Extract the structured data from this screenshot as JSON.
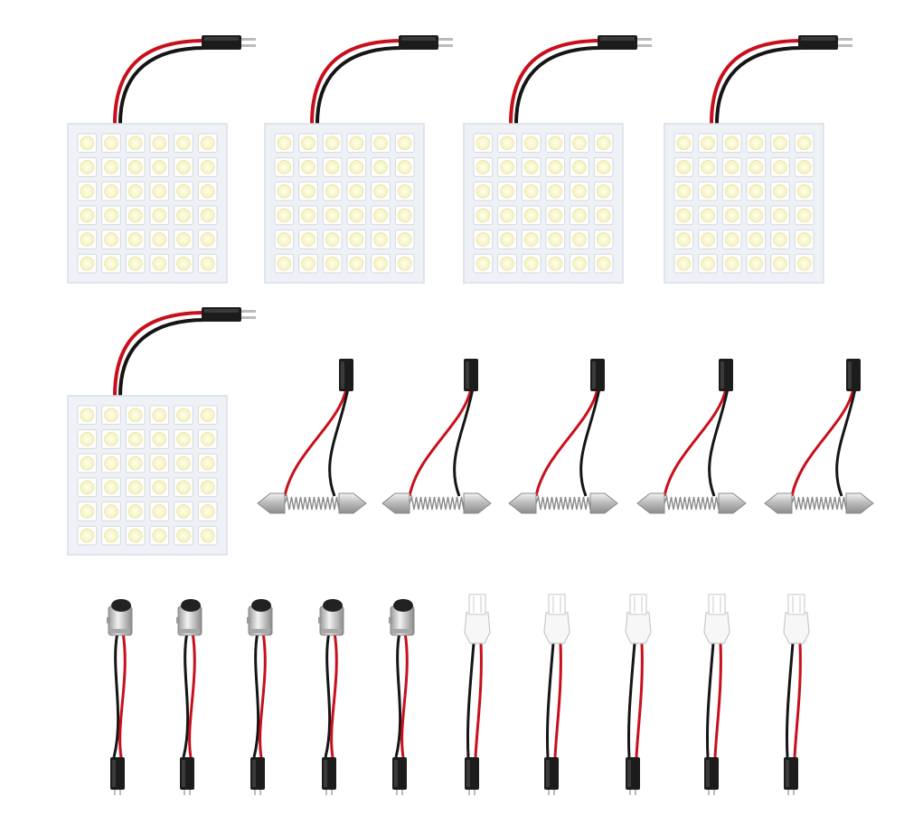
{
  "scene": {
    "background": "#ffffff",
    "led_panels": {
      "count": 5,
      "grid_rows": 6,
      "grid_cols": 6,
      "board_color": "#eef1f6",
      "chip_color": "#fbfbe6"
    },
    "festoon_adapters": {
      "count": 5
    },
    "ba9s_adapters": {
      "count": 5
    },
    "t10_adapters": {
      "count": 5
    },
    "wire_colors": {
      "red": "#c8101c",
      "black": "#151515"
    },
    "connector_color": "#1c1c1c",
    "metal_color": "#c9c9c9"
  }
}
